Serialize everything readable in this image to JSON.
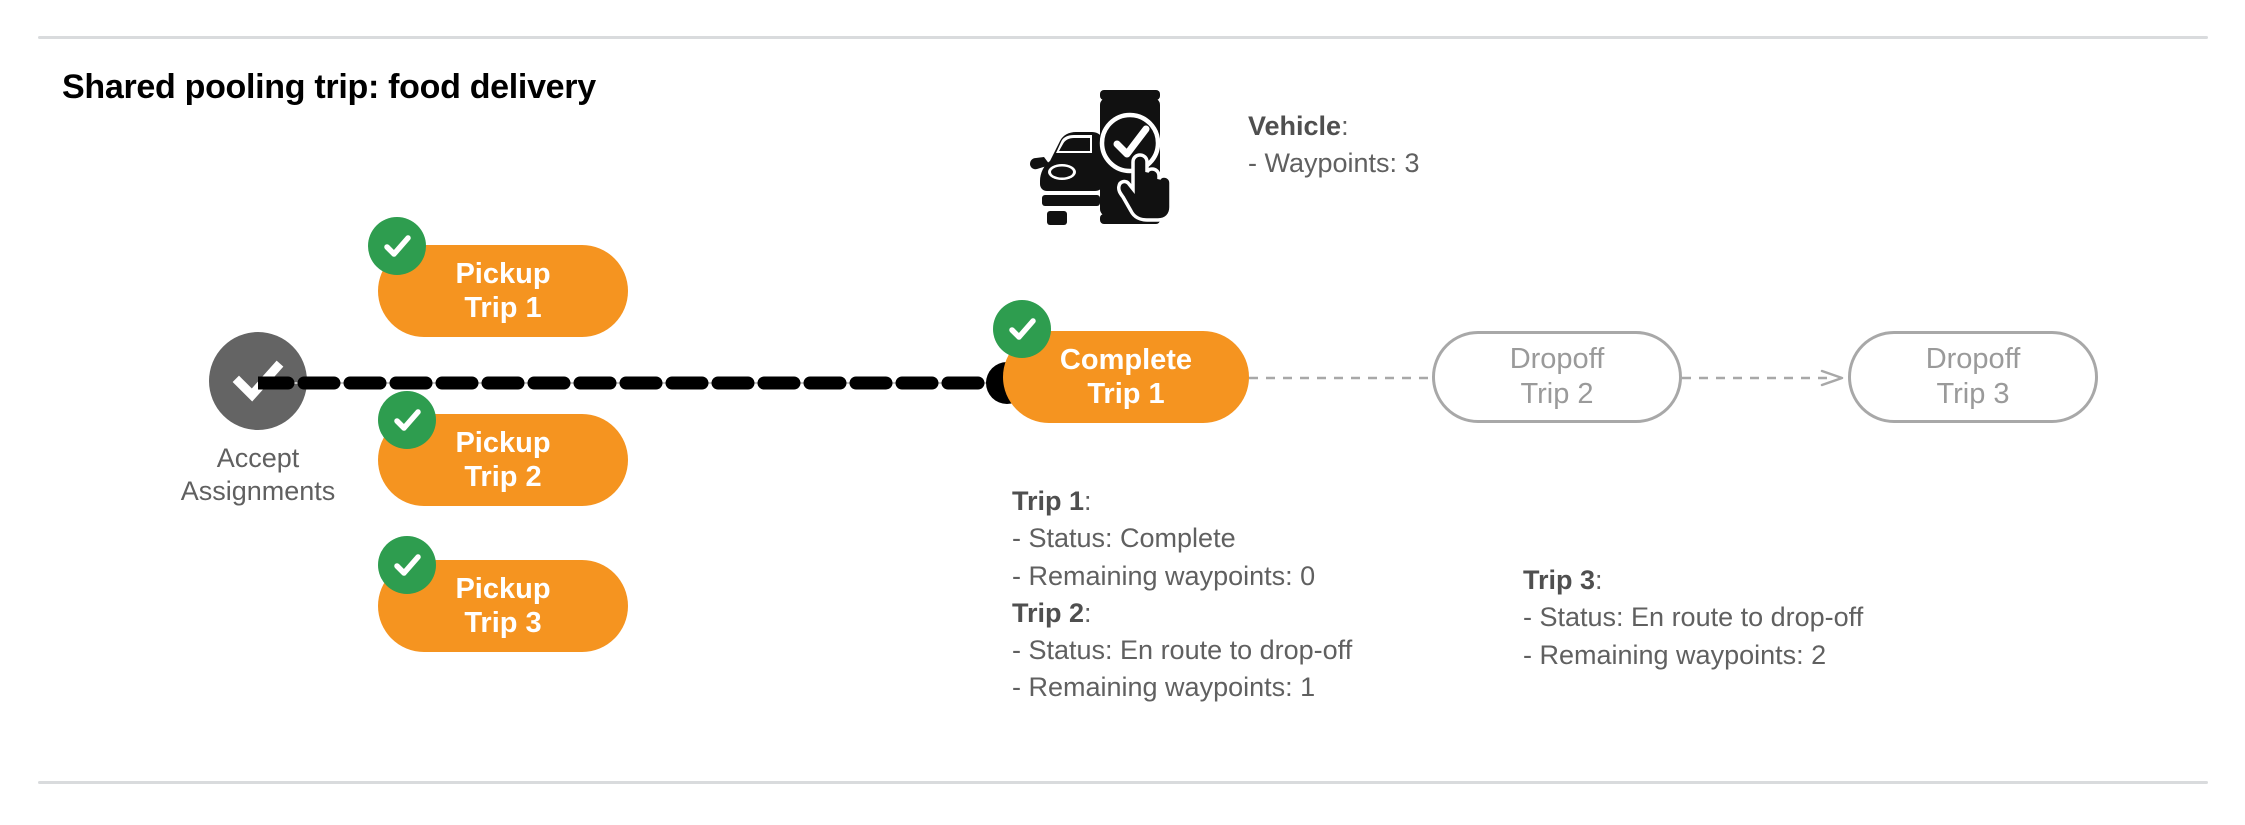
{
  "page": {
    "title": "Shared pooling trip: food delivery",
    "colors": {
      "orange": "#F59420",
      "green": "#2E9D4F",
      "gray_node": "#646464",
      "gray_text": "#606060",
      "gray_outline": "#a8a8a8",
      "black": "#000000",
      "divider": "#d9dbdd"
    }
  },
  "accept_node": {
    "icon": "check-circle-icon",
    "label_line1": "Accept",
    "label_line2": "Assignments"
  },
  "pickups": [
    {
      "line1": "Pickup",
      "line2": "Trip 1",
      "badge": "check-badge-icon",
      "completed": true
    },
    {
      "line1": "Pickup",
      "line2": "Trip 2",
      "badge": "check-badge-icon",
      "completed": true
    },
    {
      "line1": "Pickup",
      "line2": "Trip 3",
      "badge": "check-badge-icon",
      "completed": true
    }
  ],
  "complete_node": {
    "line1": "Complete",
    "line2": "Trip 1",
    "badge": "check-badge-icon",
    "completed": true
  },
  "dropoffs": [
    {
      "line1": "Dropoff",
      "line2": "Trip 2",
      "completed": false
    },
    {
      "line1": "Dropoff",
      "line2": "Trip 3",
      "completed": false
    }
  ],
  "vehicle_info": {
    "icon": "car-phone-check-icon",
    "heading": "Vehicle",
    "heading_suffix": ":",
    "waypoints_line": "- Waypoints: 3"
  },
  "trip_details_left": {
    "trip1": {
      "heading": "Trip 1",
      "heading_suffix": ":",
      "status_line": "- Status:  Complete",
      "waypoints_line": "- Remaining waypoints: 0"
    },
    "trip2": {
      "heading": "Trip 2",
      "heading_suffix": ":",
      "status_line": "- Status:  En route to drop-off",
      "waypoints_line": "- Remaining waypoints: 1"
    }
  },
  "trip_details_right": {
    "trip3": {
      "heading": "Trip 3",
      "heading_suffix": ":",
      "status_line": "- Status:  En route to drop-off",
      "waypoints_line": "- Remaining waypoints: 2"
    }
  }
}
